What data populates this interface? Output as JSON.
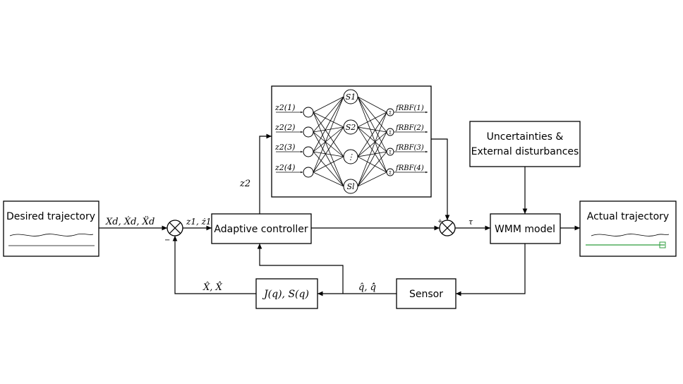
{
  "blocks": {
    "desired": "Desired trajectory",
    "adaptive": "Adaptive controller",
    "wmm": "WMM model",
    "actual": "Actual trajectory",
    "sensor": "Sensor",
    "jacobian": "J(q), S(q)",
    "disturbance_line1": "Uncertainties &",
    "disturbance_line2": "External disturbances"
  },
  "signals": {
    "reference": "Xd, Ẋd, Ẍd",
    "error": "z1, ż1",
    "z2": "z2",
    "tau": "τ",
    "feedback": "X̂, X̂̇",
    "measured": "q̂, q̂̇",
    "minus": "−",
    "plus": "+"
  },
  "nn": {
    "inputs": [
      "z2(1)",
      "z2(2)",
      "z2(3)",
      "z2(4)"
    ],
    "hidden": [
      "S1",
      "S2",
      "⋮",
      "Sl"
    ],
    "outputs": [
      "fRBF(1)",
      "fRBF(2)",
      "fRBF(3)",
      "fRBF(4)"
    ],
    "sum_symbol": "Σ"
  }
}
